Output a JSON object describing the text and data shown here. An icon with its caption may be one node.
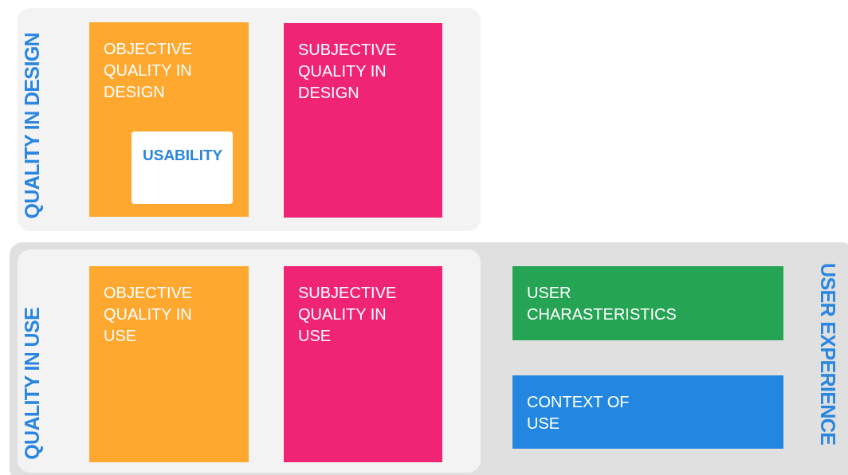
{
  "diagram": {
    "nodes": [
      {
        "text": [
          "QUALITY IN DESIGN"
        ]
      },
      {
        "text": [
          "OBJECTIVE QUALITY IN DESIGN"
        ],
        "in": 0
      },
      {
        "text": [
          "USABILITY"
        ],
        "in": 1
      },
      {
        "text": [
          "SUBJECTIVE QUALITY IN DESIGN"
        ],
        "in": 0
      },
      {
        "text": [
          "USER EXPERIENCE"
        ]
      },
      {
        "text": [
          "QUALITY IN USE"
        ],
        "in": 4
      },
      {
        "text": [
          "OBJECTIVE QUALITY IN USE"
        ],
        "in": 5
      },
      {
        "text": [
          "SUBJECTIVE QUALITY IN USE"
        ],
        "in": 5
      },
      {
        "text": [
          "USER CHARASTERISTICS"
        ],
        "in": 4
      },
      {
        "text": [
          "CONTEXT OF USE"
        ],
        "in": 4
      }
    ]
  }
}
